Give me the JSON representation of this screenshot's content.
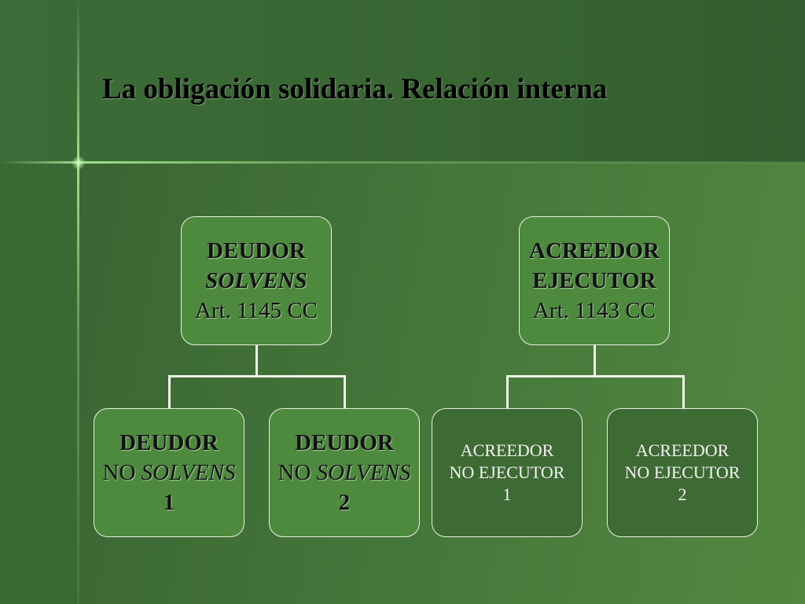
{
  "slide": {
    "title": "La obligación solidaria. Relación interna"
  },
  "left_tree": {
    "root": {
      "line1": "DEUDOR",
      "line2": "SOLVENS",
      "line3": "Art. 1145 CC"
    },
    "children": [
      {
        "line1": "DEUDOR",
        "line2_a": "NO ",
        "line2_b": "SOLVENS",
        "line3": "1"
      },
      {
        "line1": "DEUDOR",
        "line2_a": "NO ",
        "line2_b": "SOLVENS",
        "line3": "2"
      }
    ]
  },
  "right_tree": {
    "root": {
      "line1": "ACREEDOR",
      "line2": "EJECUTOR",
      "line3": "Art. 1143 CC"
    },
    "children": [
      {
        "line1": "ACREEDOR",
        "line2": "NO EJECUTOR",
        "line3": "1"
      },
      {
        "line1": "ACREEDOR",
        "line2": "NO EJECUTOR",
        "line3": "2"
      }
    ]
  },
  "colors": {
    "background_dark": "#3b6233",
    "node_light": "#4d8a3e",
    "node_dark": "#3e6a34",
    "border": "#e8f0e0",
    "accent_line": "#aaeb96"
  }
}
